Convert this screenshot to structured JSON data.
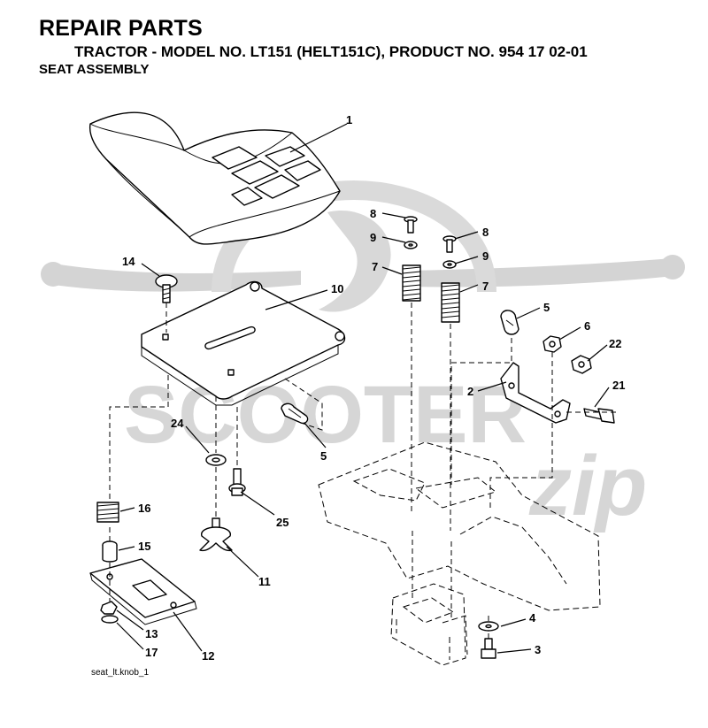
{
  "header": {
    "title": "REPAIR PARTS",
    "subtitle": "TRACTOR - MODEL NO. LT151 (HELT151C), PRODUCT NO. 954 17 02-01",
    "section": "SEAT ASSEMBLY"
  },
  "watermark": {
    "brand": "SCOOTER",
    "script": "zip"
  },
  "figure_id": "seat_lt.knob_1",
  "callouts": {
    "seat": "1",
    "bracket": "2",
    "bolt_bottom": "3",
    "washer_bottom": "4",
    "clip_right": "5",
    "clip_left": "5",
    "nut_right": "6",
    "spring_left": "7",
    "spring_right": "7",
    "screw_left": "8",
    "screw_right": "8",
    "washer_left": "9",
    "washer_right": "9",
    "seat_pan": "10",
    "knob": "11",
    "slide_plate": "12",
    "nut_small": "13",
    "carriage_bolt": "14",
    "spacer": "15",
    "spring_small": "16",
    "washer_nut": "17",
    "bolt_right": "21",
    "nut_flange": "22",
    "washer_flat": "24",
    "shoulder_bolt": "25"
  }
}
